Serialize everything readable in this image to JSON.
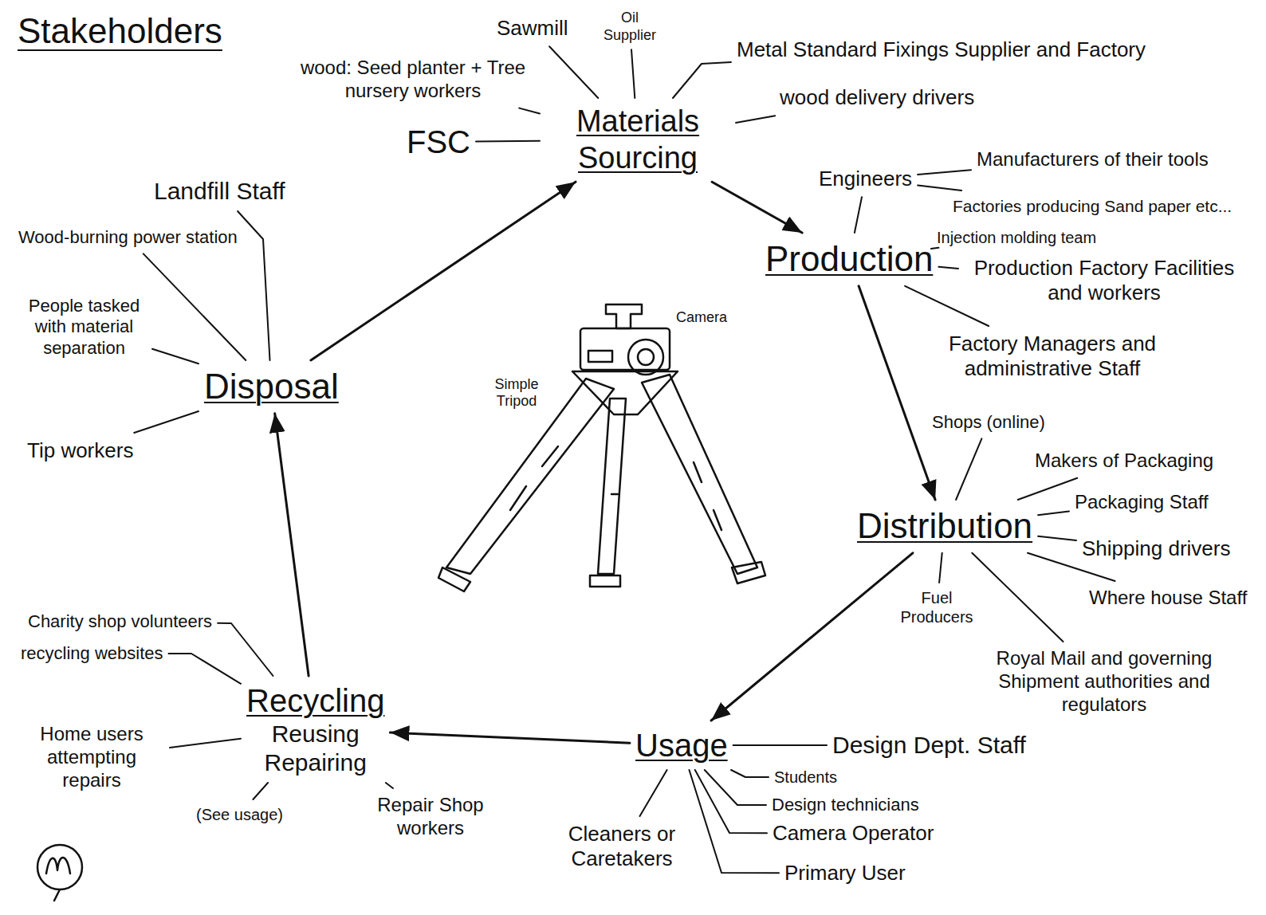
{
  "diagram": {
    "title": "Stakeholders",
    "nodes": [
      {
        "text": [
          "Materials Sourcing"
        ]
      },
      {
        "text": [
          "FSC"
        ]
      },
      {
        "text": [
          "wood: Seed planter + Tree nursery workers"
        ]
      },
      {
        "text": [
          "Sawmill"
        ]
      },
      {
        "text": [
          "Oil Supplier"
        ]
      },
      {
        "text": [
          "Metal Standard Fixings Supplier and Factory"
        ]
      },
      {
        "text": [
          "wood delivery drivers"
        ]
      },
      {
        "text": [
          "Production"
        ]
      },
      {
        "text": [
          "Engineers"
        ]
      },
      {
        "text": [
          "Manufacturers of their tools"
        ]
      },
      {
        "text": [
          "Factories producing Sand paper etc..."
        ]
      },
      {
        "text": [
          "Injection molding team"
        ]
      },
      {
        "text": [
          "Production Factory Facilities and workers"
        ]
      },
      {
        "text": [
          "Factory Managers and administrative Staff"
        ]
      },
      {
        "text": [
          "Distribution"
        ]
      },
      {
        "text": [
          "Shops (online)"
        ]
      },
      {
        "text": [
          "Makers of Packaging"
        ]
      },
      {
        "text": [
          "Packaging Staff"
        ]
      },
      {
        "text": [
          "Shipping drivers"
        ]
      },
      {
        "text": [
          "Where house Staff"
        ]
      },
      {
        "text": [
          "Royal Mail and governing Shipment authorities and regulators"
        ]
      },
      {
        "text": [
          "Fuel Producers"
        ]
      },
      {
        "text": [
          "Usage"
        ]
      },
      {
        "text": [
          "Design Dept. Staff"
        ]
      },
      {
        "text": [
          "Students"
        ]
      },
      {
        "text": [
          "Design technicians"
        ]
      },
      {
        "text": [
          "Camera Operator"
        ]
      },
      {
        "text": [
          "Primary User"
        ]
      },
      {
        "text": [
          "Cleaners or Caretakers"
        ]
      },
      {
        "text": [
          "Recycling",
          "Reusing",
          "Repairing"
        ]
      },
      {
        "text": [
          "Charity shop volunteers"
        ]
      },
      {
        "text": [
          "recycling websites"
        ]
      },
      {
        "text": [
          "Home users attempting repairs"
        ]
      },
      {
        "text": [
          "(See usage)"
        ]
      },
      {
        "text": [
          "Repair Shop workers"
        ]
      },
      {
        "text": [
          "Disposal"
        ]
      },
      {
        "text": [
          "Landfill Staff"
        ]
      },
      {
        "text": [
          "Wood-burning power station"
        ]
      },
      {
        "text": [
          "People tasked with material separation"
        ]
      },
      {
        "text": [
          "Tip workers"
        ]
      }
    ],
    "edges": [
      {
        "from": 0,
        "to": 7,
        "arrow": "to"
      },
      {
        "from": 7,
        "to": 14,
        "arrow": "to"
      },
      {
        "from": 14,
        "to": 22,
        "arrow": "to"
      },
      {
        "from": 22,
        "to": 29,
        "arrow": "to"
      },
      {
        "from": 29,
        "to": 35,
        "arrow": "to"
      },
      {
        "from": 35,
        "to": 0,
        "arrow": "to"
      },
      {
        "from": 0,
        "to": 1,
        "arrow": "none"
      },
      {
        "from": 0,
        "to": 2,
        "arrow": "none"
      },
      {
        "from": 0,
        "to": 3,
        "arrow": "none"
      },
      {
        "from": 0,
        "to": 4,
        "arrow": "none"
      },
      {
        "from": 0,
        "to": 5,
        "arrow": "none"
      },
      {
        "from": 0,
        "to": 6,
        "arrow": "none"
      },
      {
        "from": 7,
        "to": 8,
        "arrow": "none"
      },
      {
        "from": 8,
        "to": 9,
        "arrow": "none"
      },
      {
        "from": 8,
        "to": 10,
        "arrow": "none"
      },
      {
        "from": 7,
        "to": 11,
        "arrow": "none"
      },
      {
        "from": 7,
        "to": 12,
        "arrow": "none"
      },
      {
        "from": 7,
        "to": 13,
        "arrow": "none"
      },
      {
        "from": 14,
        "to": 15,
        "arrow": "none"
      },
      {
        "from": 14,
        "to": 16,
        "arrow": "none"
      },
      {
        "from": 14,
        "to": 17,
        "arrow": "none"
      },
      {
        "from": 14,
        "to": 18,
        "arrow": "none"
      },
      {
        "from": 14,
        "to": 19,
        "arrow": "none"
      },
      {
        "from": 14,
        "to": 20,
        "arrow": "none"
      },
      {
        "from": 14,
        "to": 21,
        "arrow": "none"
      },
      {
        "from": 22,
        "to": 23,
        "arrow": "none"
      },
      {
        "from": 22,
        "to": 24,
        "arrow": "none"
      },
      {
        "from": 22,
        "to": 25,
        "arrow": "none"
      },
      {
        "from": 22,
        "to": 26,
        "arrow": "none"
      },
      {
        "from": 22,
        "to": 27,
        "arrow": "none"
      },
      {
        "from": 22,
        "to": 28,
        "arrow": "none"
      },
      {
        "from": 29,
        "to": 30,
        "arrow": "none"
      },
      {
        "from": 29,
        "to": 31,
        "arrow": "none"
      },
      {
        "from": 29,
        "to": 32,
        "arrow": "none"
      },
      {
        "from": 29,
        "to": 33,
        "arrow": "none"
      },
      {
        "from": 29,
        "to": 34,
        "arrow": "none"
      },
      {
        "from": 35,
        "to": 36,
        "arrow": "none"
      },
      {
        "from": 35,
        "to": 37,
        "arrow": "none"
      },
      {
        "from": 35,
        "to": 38,
        "arrow": "none"
      },
      {
        "from": 35,
        "to": 39,
        "arrow": "none"
      }
    ],
    "labels": [
      "Camera",
      "Simple Tripod"
    ]
  }
}
